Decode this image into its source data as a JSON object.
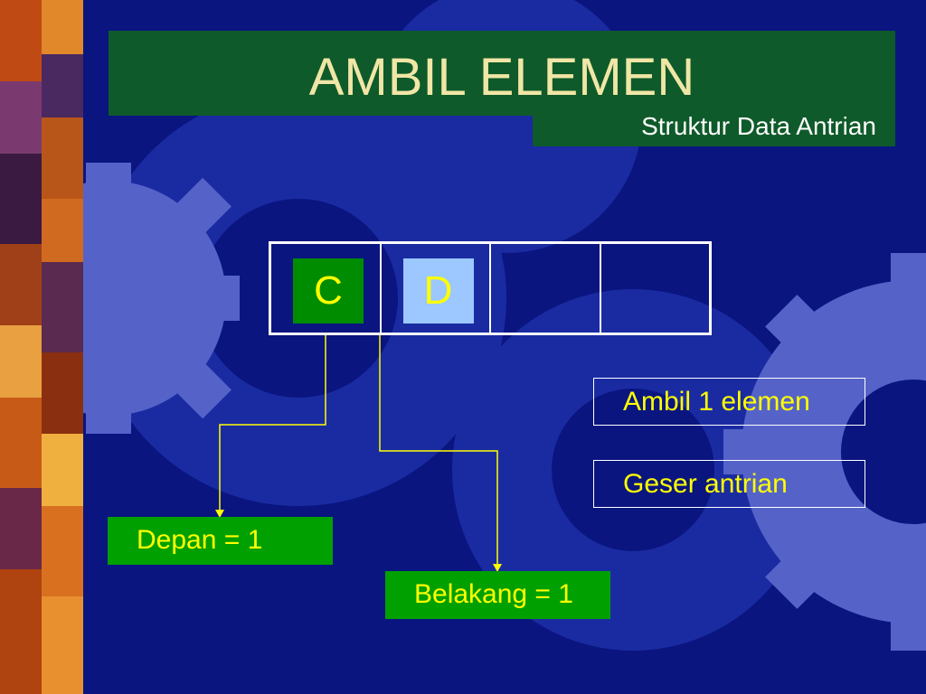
{
  "title": "AMBIL ELEMEN",
  "subtitle": "Struktur Data Antrian",
  "queue": {
    "cells": [
      {
        "value": "C",
        "style": "green"
      },
      {
        "value": "D",
        "style": "light"
      },
      {
        "value": "",
        "style": "empty"
      },
      {
        "value": "",
        "style": "empty"
      }
    ]
  },
  "steps": {
    "step1": "Ambil 1 elemen",
    "step2": "Geser antrian"
  },
  "pointers": {
    "front": "Depan = 1",
    "rear": "Belakang = 1"
  },
  "colors": {
    "background": "#0a1580",
    "title_bar": "#0f5a2a",
    "title_text": "#f0e6a6",
    "label_text": "#ffff00",
    "pointer_box": "#00a000",
    "connector": "#ffff00"
  }
}
